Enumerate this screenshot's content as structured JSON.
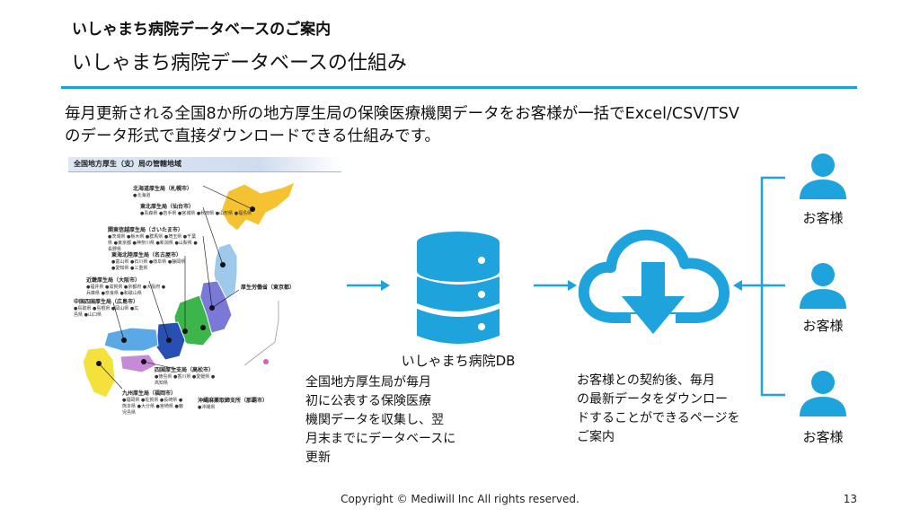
{
  "header": {
    "section_title": "いしゃまち病院データベースのご案内",
    "slide_title": "いしゃまち病院データベースの仕組み"
  },
  "lead_text": {
    "line1": "毎月更新される全国8か所の地方厚生局の保険医療機関データをお客様が一括でExcel/CSV/TSV",
    "line2": "のデータ形式で直接ダウンロードできる仕組みです。"
  },
  "map": {
    "header": "全国地方厚生（支）局の管轄地域",
    "bureaus": [
      {
        "name": "北海道厚生局（札幌市）",
        "list": "●北海道"
      },
      {
        "name": "東北厚生局（仙台市）",
        "list": "●青森県 ●岩手県 ●宮城県 ●秋田県 ●山形県 ●福島県"
      },
      {
        "name": "関東信越厚生局（さいたま市）",
        "list": "●茨城県 ●栃木県 ●群馬県 ●埼玉県 ●千葉県 ●東京都 ●神奈川県 ●新潟県 ●山梨県 ●長野県"
      },
      {
        "name": "東海北陸厚生局（名古屋市）",
        "list": "●富山県 ●石川県 ●岐阜県 ●静岡県 ●愛知県 ●三重県"
      },
      {
        "name": "近畿厚生局（大阪市）",
        "list": "●福井県 ●滋賀県 ●京都府 ●大阪府 ●兵庫県 ●奈良県 ●和歌山県"
      },
      {
        "name": "中国四国厚生局（広島市）",
        "list": "●鳥取県 ●島根県 ●岡山県 ●広島県 ●山口県"
      },
      {
        "name": "四国厚生支局（高松市）",
        "list": "●徳島県 ●香川県 ●愛媛県 ●高知県"
      },
      {
        "name": "九州厚生局（福岡市）",
        "list": "●福岡県 ●佐賀県 ●長崎県 ●熊本県 ●大分県 ●宮崎県 ●鹿児島県"
      },
      {
        "name": "沖縄麻薬取締支所（那覇市）",
        "list": "●沖縄県"
      },
      {
        "name": "厚生労働省（東京都）",
        "list": ""
      }
    ]
  },
  "db": {
    "label": "いしゃまち病院DB",
    "icon": "database-icon"
  },
  "collect_desc": {
    "line1": "全国地方厚生局が毎月",
    "line2": "初に公表する保険医療",
    "line3": "機関データを収集し、翌",
    "line4": "月末までにデータベースに",
    "line5": "更新"
  },
  "download_desc": {
    "line1": "お客様との契約後、毎月",
    "line2": "の最新データをダウンロー",
    "line3": "ドすることができるページを",
    "line4": "ご案内"
  },
  "customers": [
    {
      "label": "お客様",
      "icon": "person-icon"
    },
    {
      "label": "お客様",
      "icon": "person-icon"
    },
    {
      "label": "お客様",
      "icon": "person-icon"
    }
  ],
  "footer": {
    "copyright": "Copyright © Mediwill Inc All rights reserved.",
    "page_number": "13"
  },
  "colors": {
    "accent": "#1aa1d8",
    "icon_blue": "#1ea3dc"
  }
}
